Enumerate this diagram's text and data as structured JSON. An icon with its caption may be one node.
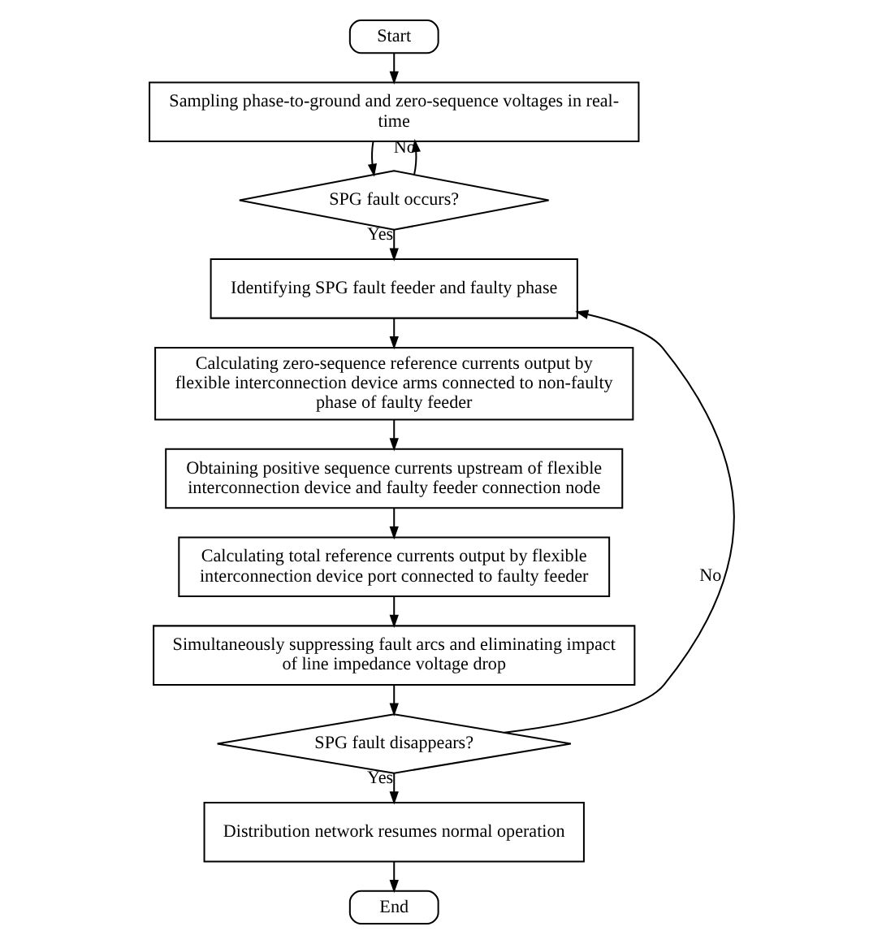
{
  "diagram": {
    "nodes": [
      {
        "text": [
          "Start"
        ]
      },
      {
        "text": [
          "Sampling phase-to-ground and zero-sequence voltages in real-time"
        ]
      },
      {
        "text": [
          "SPG fault occurs?"
        ]
      },
      {
        "text": [
          "Identifying SPG fault feeder and faulty phase"
        ]
      },
      {
        "text": [
          "Calculating zero-sequence reference currents output by flexible interconnection device arms connected to non-faulty phase of faulty feeder"
        ]
      },
      {
        "text": [
          "Obtaining positive sequence currents upstream of flexible interconnection device and faulty feeder connection node"
        ]
      },
      {
        "text": [
          "Calculating total reference currents output by flexible interconnection device port connected to faulty feeder"
        ]
      },
      {
        "text": [
          "Simultaneously suppressing fault arcs and eliminating impact of line impedance voltage drop"
        ]
      },
      {
        "text": [
          "SPG fault disappears?"
        ]
      },
      {
        "text": [
          "Distribution network resumes normal operation"
        ]
      },
      {
        "text": [
          "End"
        ]
      }
    ],
    "edges": [
      {
        "from": 0,
        "to": 1,
        "arrow": "to"
      },
      {
        "from": 1,
        "to": 2,
        "arrow": "to"
      },
      {
        "from": 2,
        "to": 1,
        "arrow": "to",
        "label": "No"
      },
      {
        "from": 2,
        "to": 3,
        "arrow": "to",
        "label": "Yes"
      },
      {
        "from": 3,
        "to": 4,
        "arrow": "to"
      },
      {
        "from": 4,
        "to": 5,
        "arrow": "to"
      },
      {
        "from": 5,
        "to": 6,
        "arrow": "to"
      },
      {
        "from": 6,
        "to": 7,
        "arrow": "to"
      },
      {
        "from": 7,
        "to": 8,
        "arrow": "to"
      },
      {
        "from": 8,
        "to": 3,
        "arrow": "to",
        "label": "No"
      },
      {
        "from": 8,
        "to": 9,
        "arrow": "to",
        "label": "Yes"
      },
      {
        "from": 9,
        "to": 10,
        "arrow": "to"
      }
    ]
  }
}
